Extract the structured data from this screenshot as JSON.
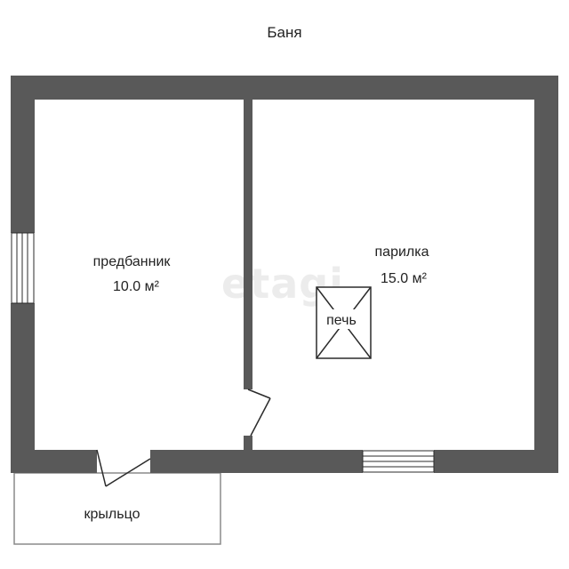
{
  "title": "Баня",
  "watermark": "etagi",
  "rooms": {
    "predbannik": {
      "name": "предбанник",
      "area": "10.0 м²"
    },
    "parilka": {
      "name": "парилка",
      "area": "15.0 м²"
    },
    "kryltso": {
      "name": "крыльцо"
    }
  },
  "stove": {
    "label": "печь"
  },
  "colors": {
    "wall": "#595959",
    "line": "#2b2b2b",
    "text": "#222222",
    "watermark": "#ececec"
  }
}
